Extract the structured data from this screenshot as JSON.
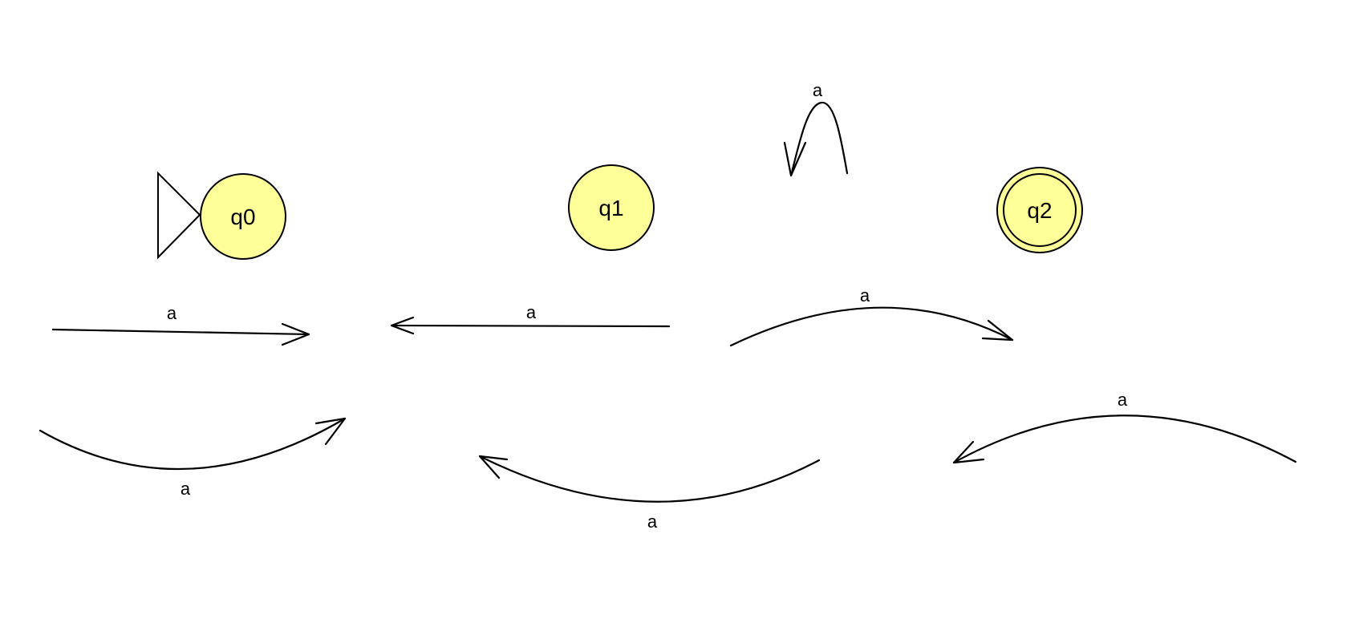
{
  "states": [
    {
      "id": "q0",
      "label": "q0",
      "initial": true,
      "accepting": false
    },
    {
      "id": "q1",
      "label": "q1",
      "initial": false,
      "accepting": false
    },
    {
      "id": "q2",
      "label": "q2",
      "initial": false,
      "accepting": true
    }
  ],
  "transition_labels": [
    "a",
    "a",
    "a",
    "a",
    "a",
    "a",
    "a"
  ],
  "colors": {
    "state_fill": "#ffff99",
    "stroke": "#000000",
    "background": "#ffffff"
  }
}
